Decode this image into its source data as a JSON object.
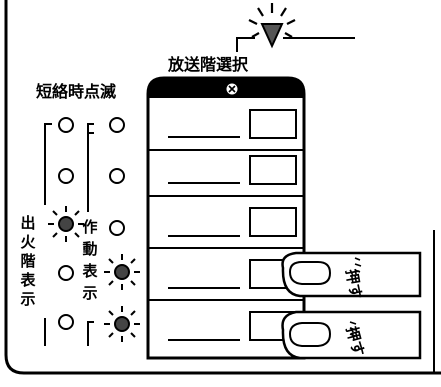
{
  "diagram": {
    "labels": {
      "broadcast_floor_select": "放送階選択",
      "short_blink": "短絡時点滅",
      "fire_floor_display": [
        "出",
        "火",
        "階",
        "表",
        "示"
      ],
      "operation_display": [
        "作",
        "動",
        "表",
        "示"
      ],
      "press": "押す"
    },
    "panel": {
      "header_symbol": "⊗",
      "rows": 5
    },
    "left_lamps": [
      "off",
      "off",
      "lit",
      "off",
      "off"
    ],
    "right_lamps": [
      "off",
      "off",
      "off",
      "lit",
      "lit"
    ],
    "pressed_rows": [
      4,
      5
    ],
    "top_indicator": "lit"
  }
}
